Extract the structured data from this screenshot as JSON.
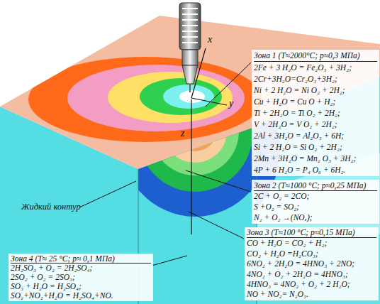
{
  "diagram": {
    "labels": [
      "x",
      "y",
      "z",
      "Жидкий контур",
      "Зона 1 (T≈2000°C; p≈0,3 МПа)",
      "2Fe + 3 H₂O = Fe₂O₃ + 3H₂;",
      "2Cr+3H₂O=Cr₂O₃+3H₂;",
      "Ni + 2 H₂O = Ni O₂ + 2H₂;",
      "Cu + H₂O = Cu O + H₂;",
      "Ti + 2H₂O = Ti O₂ + 2H₂;",
      "V + 2H₂O = V O₂ + 2H₂;",
      "2Al + 3H₂O = Al₂O₃ + 6H;",
      "Si + 2 H₂O = Si O₂ + 2H₂;",
      "2Mn + 3H₂O = Mn₂ O₃ + 3H₂;",
      "4P + 6 H₂O = P₄ O₆ + 6H₂.",
      "Зона 2 (T≈1000 °C; p≈0,25 МПа)",
      "2C + O₂ = 2CO;",
      "S +O₂ = SO₂;",
      "N₂ + O₂ →(NOₓ);",
      "Зона 3 (T≈100 °C; p≈0,15 МПа)",
      "CO + H₂O = CO₂ + H₂;",
      "CO₂ + H₂O =H₂CO₃;",
      "6NO₂ + 2H₂O = 4HNO₃ + 2NO;",
      "4NO₂ + O₂ + 2H₂O = 4HNO₃;",
      "4HNO₃ = 4NO₂ + O₂ + 2 H₂O;",
      "NO + NO₂= N₂O₃.",
      "Зона 4 (T≈ 25 °C; p≈ 0,1 МПа)",
      "2H₂SO₃ + O₂ = 2H₂SO₄;",
      "2SO₂ + O₂ = 2SO₃;",
      "SO₃ + H₂O = H₂SO₄;",
      "SO₂+NO₂+H₂O = H₂SO₄+NO."
    ]
  }
}
